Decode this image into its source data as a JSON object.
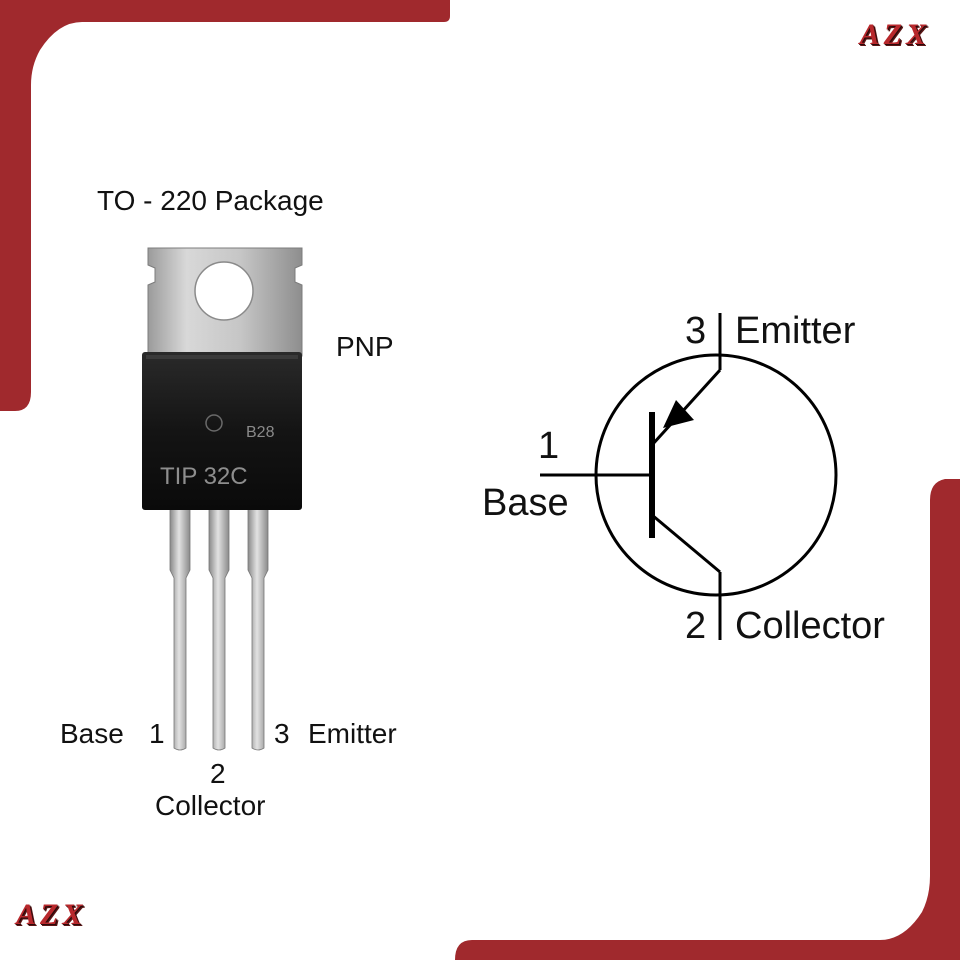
{
  "brand": {
    "logo_text": "AZX",
    "accent_color": "#a0292d"
  },
  "package": {
    "title": "TO - 220 Package",
    "type": "PNP",
    "marking_code": "B28",
    "part_number": "TIP 32C",
    "pins": [
      {
        "number": "1",
        "name": "Base"
      },
      {
        "number": "2",
        "name": "Collector"
      },
      {
        "number": "3",
        "name": "Emitter"
      }
    ]
  },
  "symbol": {
    "pins": [
      {
        "number": "1",
        "name": "Base"
      },
      {
        "number": "2",
        "name": "Collector"
      },
      {
        "number": "3",
        "name": "Emitter"
      }
    ]
  }
}
